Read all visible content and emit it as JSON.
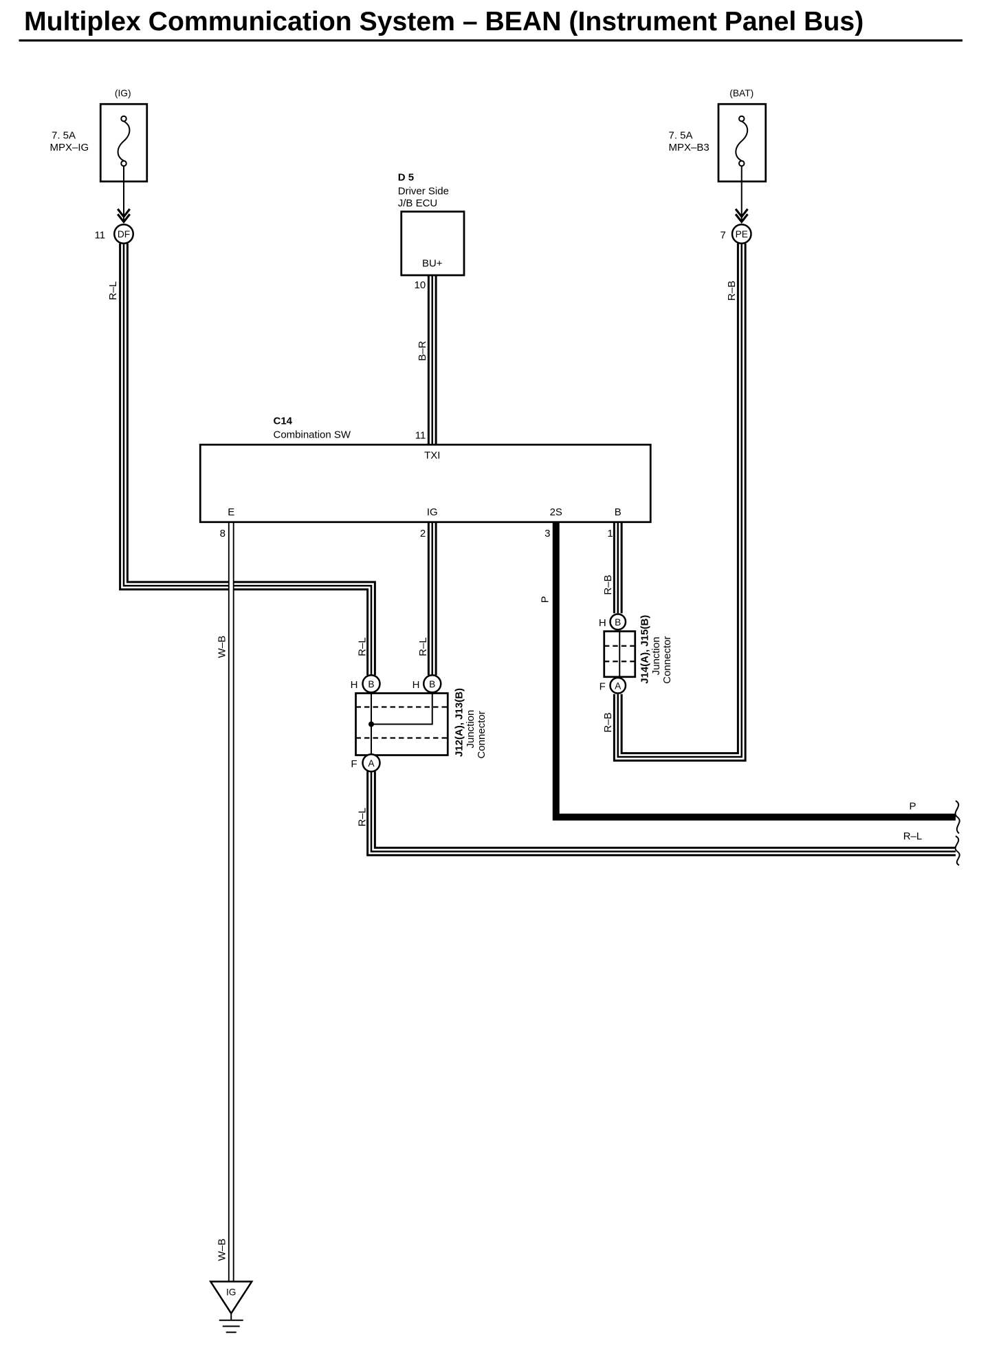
{
  "title": "Multiplex Communication System – BEAN (Instrument Panel Bus)",
  "fuse_ig": {
    "supply": "(IG)",
    "rating": "7. 5A",
    "name": "MPX–IG"
  },
  "fuse_bat": {
    "supply": "(BAT)",
    "rating": "7. 5A",
    "name": "MPX–B3"
  },
  "connectors": {
    "df": {
      "code": "DF",
      "pin": "11"
    },
    "pe": {
      "code": "PE",
      "pin": "7"
    }
  },
  "ecu_d5": {
    "code": "D 5",
    "name": [
      "Driver Side",
      "J/B ECU"
    ],
    "terminal": "BU+",
    "pin": "10"
  },
  "c14": {
    "code": "C14",
    "name": "Combination SW",
    "terminals": {
      "txi": "TXI",
      "e": "E",
      "ig": "IG",
      "s2": "2S",
      "b": "B"
    },
    "pins": {
      "txi": "11",
      "e": "8",
      "ig": "2",
      "s2": "3",
      "b": "1"
    }
  },
  "j12": {
    "name": "J12(A), J13(B)",
    "desc": [
      "Junction",
      "Connector"
    ],
    "in_left": {
      "pin": "H",
      "code": "B"
    },
    "in_right": {
      "pin": "H",
      "code": "B"
    },
    "out": {
      "pin": "F",
      "code": "A"
    }
  },
  "j14": {
    "name": "J14(A), J15(B)",
    "desc": [
      "Junction",
      "Connector"
    ],
    "in": {
      "pin": "H",
      "code": "B"
    },
    "out": {
      "pin": "F",
      "code": "A"
    }
  },
  "wire_colors": {
    "rl": "R–L",
    "br": "B–R",
    "rb": "R–B",
    "wb": "W–B",
    "p": "P"
  },
  "ground": {
    "code": "IG"
  }
}
